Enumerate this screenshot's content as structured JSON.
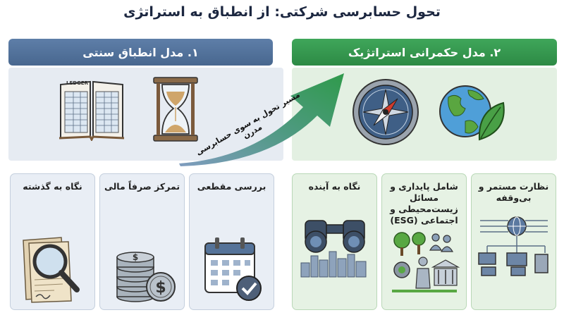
{
  "title": "تحول حسابرسی شرکتی: از انطباق به استراتژی",
  "left_model": {
    "heading": "۱. مدل انطباق سنتی",
    "ledger_text": "LEDGER",
    "cards": [
      {
        "label": "بررسی مقطعی",
        "icon": "calendar-check-icon"
      },
      {
        "label": "تمرکز صرفاً مالی",
        "icon": "coin-stack-icon"
      },
      {
        "label": "نگاه به گذشته",
        "icon": "magnifier-documents-icon"
      }
    ]
  },
  "right_model": {
    "heading": "۲. مدل حکمرانی استراتژیک",
    "cards": [
      {
        "label": "نظارت مستمر و بی‌وقفه",
        "icon": "network-monitoring-icon"
      },
      {
        "label": "شامل پایداری و مسائل زیست‌محیطی و اجتماعی (ESG)",
        "icon": "esg-community-icon"
      },
      {
        "label": "نگاه به آینده",
        "icon": "binoculars-city-icon"
      }
    ]
  },
  "transition_arrow": {
    "label": "مسیر تحول به سوی حسابرسی مدرن"
  },
  "colors": {
    "left_header": "#557399",
    "right_header": "#36984f",
    "arrow_start": "#6f8fb5",
    "arrow_end": "#2f9a4b"
  }
}
